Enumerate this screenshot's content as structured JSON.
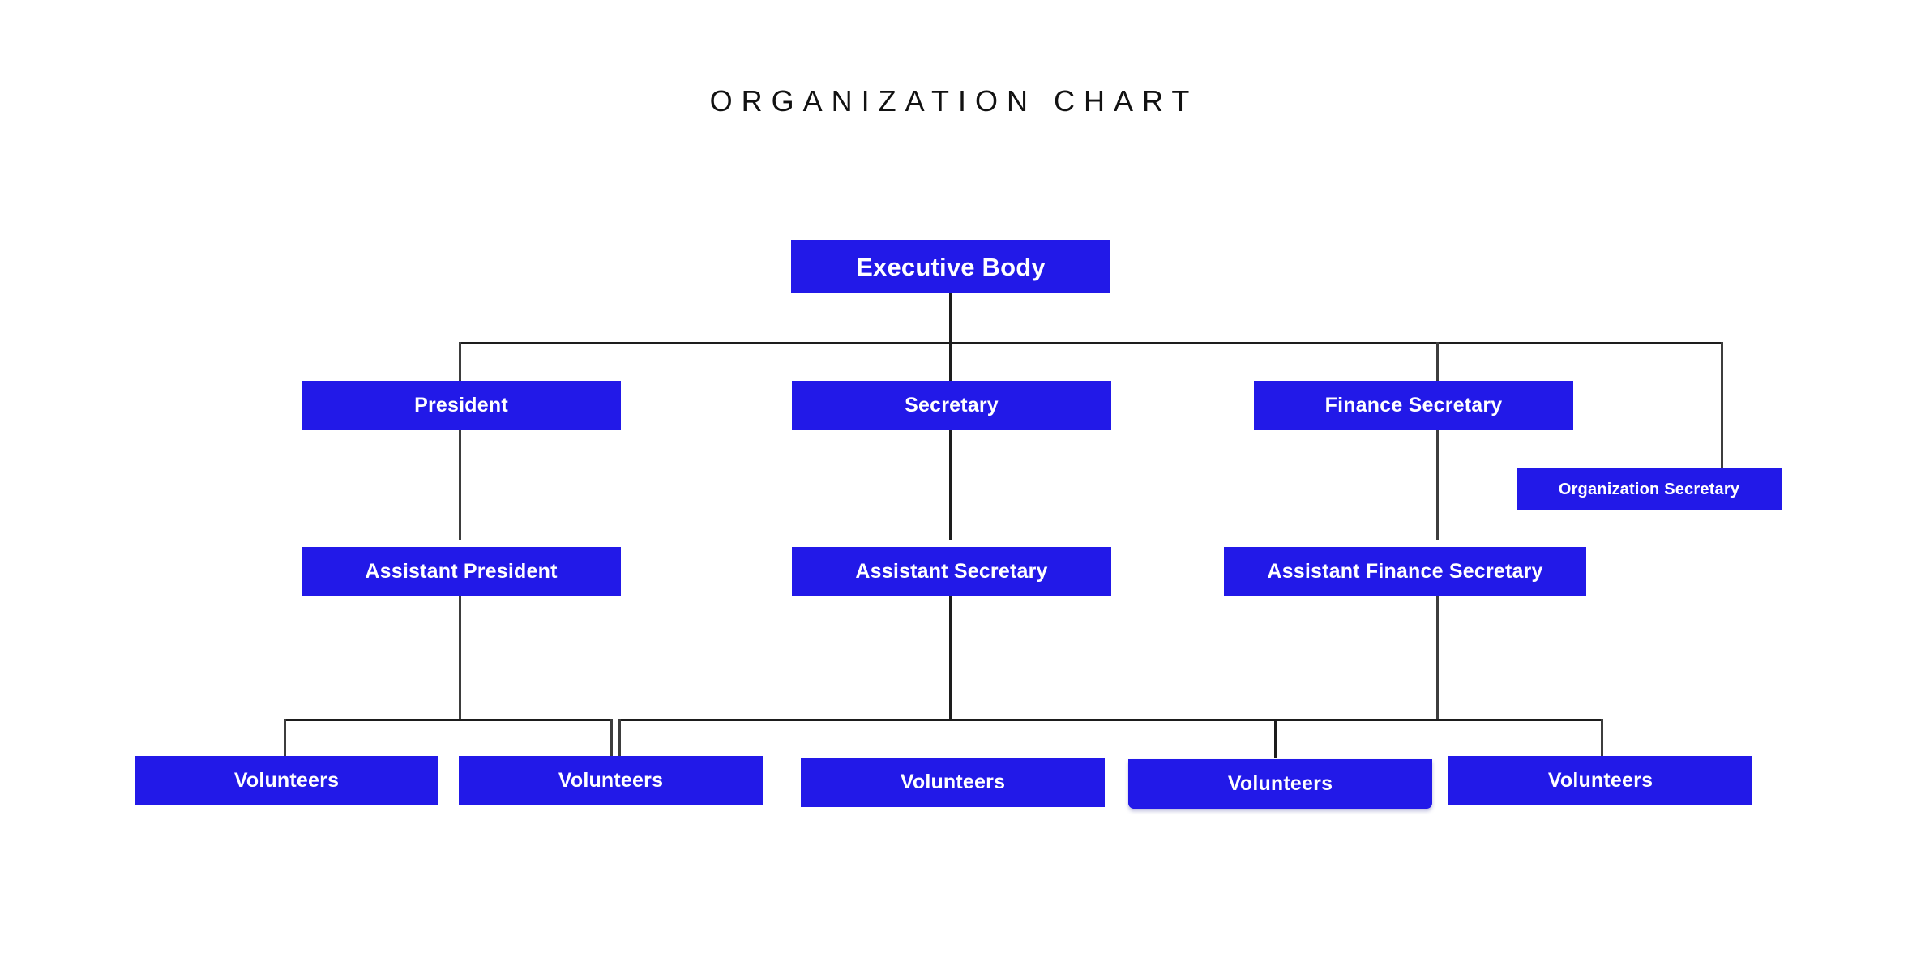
{
  "title": "ORGANIZATION CHART",
  "colors": {
    "node_fill": "#2219e8",
    "node_text": "#ffffff",
    "line": "#3d3d3d",
    "background": "#ffffff",
    "title_text": "#121212"
  },
  "nodes": {
    "executive_body": "Executive Body",
    "president": "President",
    "secretary": "Secretary",
    "finance_secretary": "Finance Secretary",
    "organization_secretary": "Organization Secretary",
    "assistant_president": "Assistant President",
    "assistant_secretary": "Assistant Secretary",
    "assistant_finance_secretary": "Assistant Finance Secretary",
    "volunteers_1": "Volunteers",
    "volunteers_2": "Volunteers",
    "volunteers_3": "Volunteers",
    "volunteers_4": "Volunteers",
    "volunteers_5": "Volunteers"
  },
  "chart_data": {
    "type": "tree",
    "title": "ORGANIZATION CHART",
    "levels": 4,
    "hierarchy": [
      {
        "label": "Executive Body",
        "level": 1,
        "children": [
          {
            "label": "President",
            "level": 2,
            "children": [
              {
                "label": "Assistant President",
                "level": 3,
                "children": [
                  {
                    "label": "Volunteers",
                    "level": 4
                  },
                  {
                    "label": "Volunteers",
                    "level": 4
                  }
                ]
              }
            ]
          },
          {
            "label": "Secretary",
            "level": 2,
            "children": [
              {
                "label": "Assistant Secretary",
                "level": 3,
                "children": [
                  {
                    "label": "Volunteers",
                    "level": 4
                  },
                  {
                    "label": "Volunteers",
                    "level": 4
                  }
                ]
              }
            ]
          },
          {
            "label": "Finance Secretary",
            "level": 2,
            "children": [
              {
                "label": "Assistant Finance Secretary",
                "level": 3,
                "children": [
                  {
                    "label": "Volunteers",
                    "level": 4
                  },
                  {
                    "label": "Volunteers",
                    "level": 4
                  }
                ]
              }
            ]
          },
          {
            "label": "Organization Secretary",
            "level": 2,
            "children": []
          }
        ]
      }
    ]
  }
}
